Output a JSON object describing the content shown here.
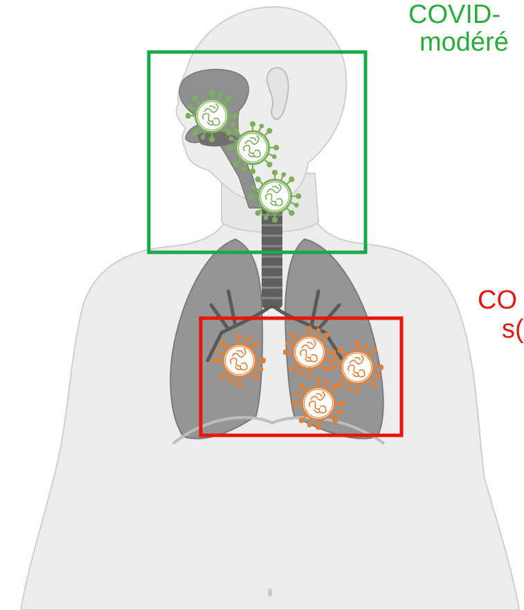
{
  "labels": {
    "mild_line1": "COVID-",
    "mild_line2": "modéré",
    "severe_line1": "CO",
    "severe_line2": "s("
  },
  "colors": {
    "mild": "#2aab3a",
    "severe": "#e8140e",
    "virus_green": "#7bb159",
    "virus_orange": "#e0803a",
    "body_fill": "#ececec",
    "lung_fill": "#8c8c8c"
  },
  "icons": {
    "virus": "coronavirus-particle-icon"
  },
  "regions": {
    "upper_airway_box": "green",
    "lower_lung_box": "red"
  }
}
